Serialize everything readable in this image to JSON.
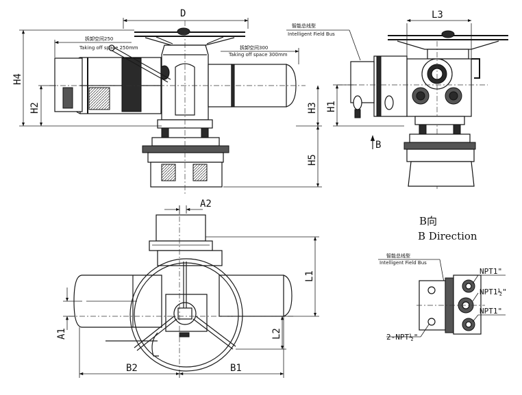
{
  "dimensions": {
    "D": "D",
    "L3": "L3",
    "H4": "H4",
    "H2": "H2",
    "H3": "H3",
    "H1": "H1",
    "H5": "H5",
    "A2": "A2",
    "L1": "L1",
    "A1": "A1",
    "L2": "L2",
    "B2": "B2",
    "B1": "B1"
  },
  "notes": {
    "takeoff_250_cn": "拆卸空间250",
    "takeoff_250_en": "Taking off space 250mm",
    "takeoff_300_cn": "拆卸空间300",
    "takeoff_300_en": "Taking off space 300mm",
    "fieldbus_cn": "智能总线型",
    "fieldbus_en": "Intelligent Field Bus"
  },
  "b_view": {
    "arrow_label": "B",
    "title_cn": "B向",
    "title_en": "B Direction",
    "fieldbus_cn": "智能总线型",
    "fieldbus_en": "Intelligent Field Bus",
    "port_top": "NPT1\"",
    "port_mid": "NPT1½\"",
    "port_bottom": "NPT1\"",
    "port_small": "2-NPT½\""
  }
}
